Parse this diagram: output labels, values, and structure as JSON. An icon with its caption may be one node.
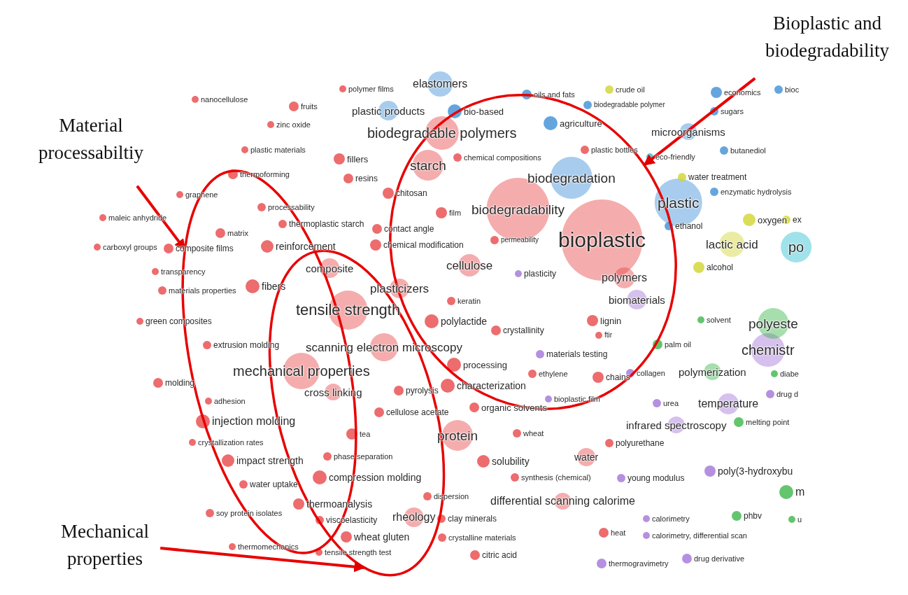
{
  "diagram": {
    "nodes": [
      {
        "text": [
          "Bioplastic and biodegradability"
        ]
      },
      {
        "text": [
          "Material processabiltiy"
        ]
      },
      {
        "text": [
          "Mechanical properties"
        ]
      },
      {
        "text": [],
        "shape": "ellipse"
      },
      {
        "text": [],
        "shape": "ellipse"
      },
      {
        "text": [],
        "shape": "ellipse"
      }
    ],
    "edges": [
      {
        "from": 0,
        "to": 3,
        "arrow": "to"
      },
      {
        "from": 1,
        "to": 4,
        "arrow": "to"
      },
      {
        "from": 2,
        "to": 5,
        "arrow": "to"
      }
    ],
    "labels": [
      "nanocellulose",
      "fruits",
      "zinc oxide",
      "plastic materials",
      "thermoforming",
      "graphene",
      "processability",
      "maleic anhydride",
      "matrix",
      "thermoplastic starch",
      "carboxyl groups",
      "composite films",
      "reinforcement",
      "transparency",
      "composite",
      "materials properties",
      "fibers",
      "green composites",
      "tensile strength",
      "extrusion molding",
      "scanning electron microscopy",
      "mechanical properties",
      "molding",
      "cross linking",
      "adhesion",
      "injection molding",
      "crystallization rates",
      "impact strength",
      "water uptake",
      "soy protein isolates",
      "thermomechanics",
      "tea",
      "phase separation",
      "compression molding",
      "thermoanalysis",
      "viscoelasticity",
      "rheology",
      "wheat gluten",
      "tensile strength test",
      "pyrolysis",
      "cellulose acetate",
      "protein",
      "dispersion",
      "clay minerals",
      "crystalline materials",
      "citric acid",
      "solubility",
      "synthesis (chemical)",
      "differential scanning calorime",
      "organic solvents",
      "wheat",
      "characterization",
      "processing",
      "crystallinity",
      "polylactide",
      "keratin",
      "plasticizers",
      "cellulose",
      "plasticity",
      "chemical modification",
      "contact angle",
      "film",
      "biodegradability",
      "permeability",
      "bioplastic",
      "chitosan",
      "starch",
      "resins",
      "fillers",
      "chemical compositions",
      "biodegradable polymers",
      "polymer films",
      "elastomers",
      "plastic products",
      "bio-based",
      "oils and fats",
      "crude oil",
      "biodegradable polymer",
      "agriculture",
      "economics",
      "bioc",
      "sugars",
      "microorganisms",
      "plastic bottles",
      "eco-friendly",
      "butanediol",
      "biodegradation",
      "water treatment",
      "enzymatic hydrolysis",
      "plastic",
      "ethanol",
      "oxygen",
      "ex",
      "lactic acid",
      "po",
      "alcohol",
      "polymers",
      "biomaterials",
      "lignin",
      "ftir",
      "solvent",
      "polyeste",
      "materials testing",
      "ethylene",
      "chains",
      "collagen",
      "bioplastic film",
      "palm oil",
      "chemistr",
      "polymerization",
      "diabe",
      "urea",
      "temperature",
      "drug d",
      "infrared spectroscopy",
      "melting point",
      "polyurethane",
      "water",
      "poly(3-hydroxybu",
      "young modulus",
      "m",
      "phbv",
      "u",
      "calorimetry",
      "heat",
      "calorimetry, differential scan",
      "drug derivative",
      "thermogravimetry"
    ]
  }
}
